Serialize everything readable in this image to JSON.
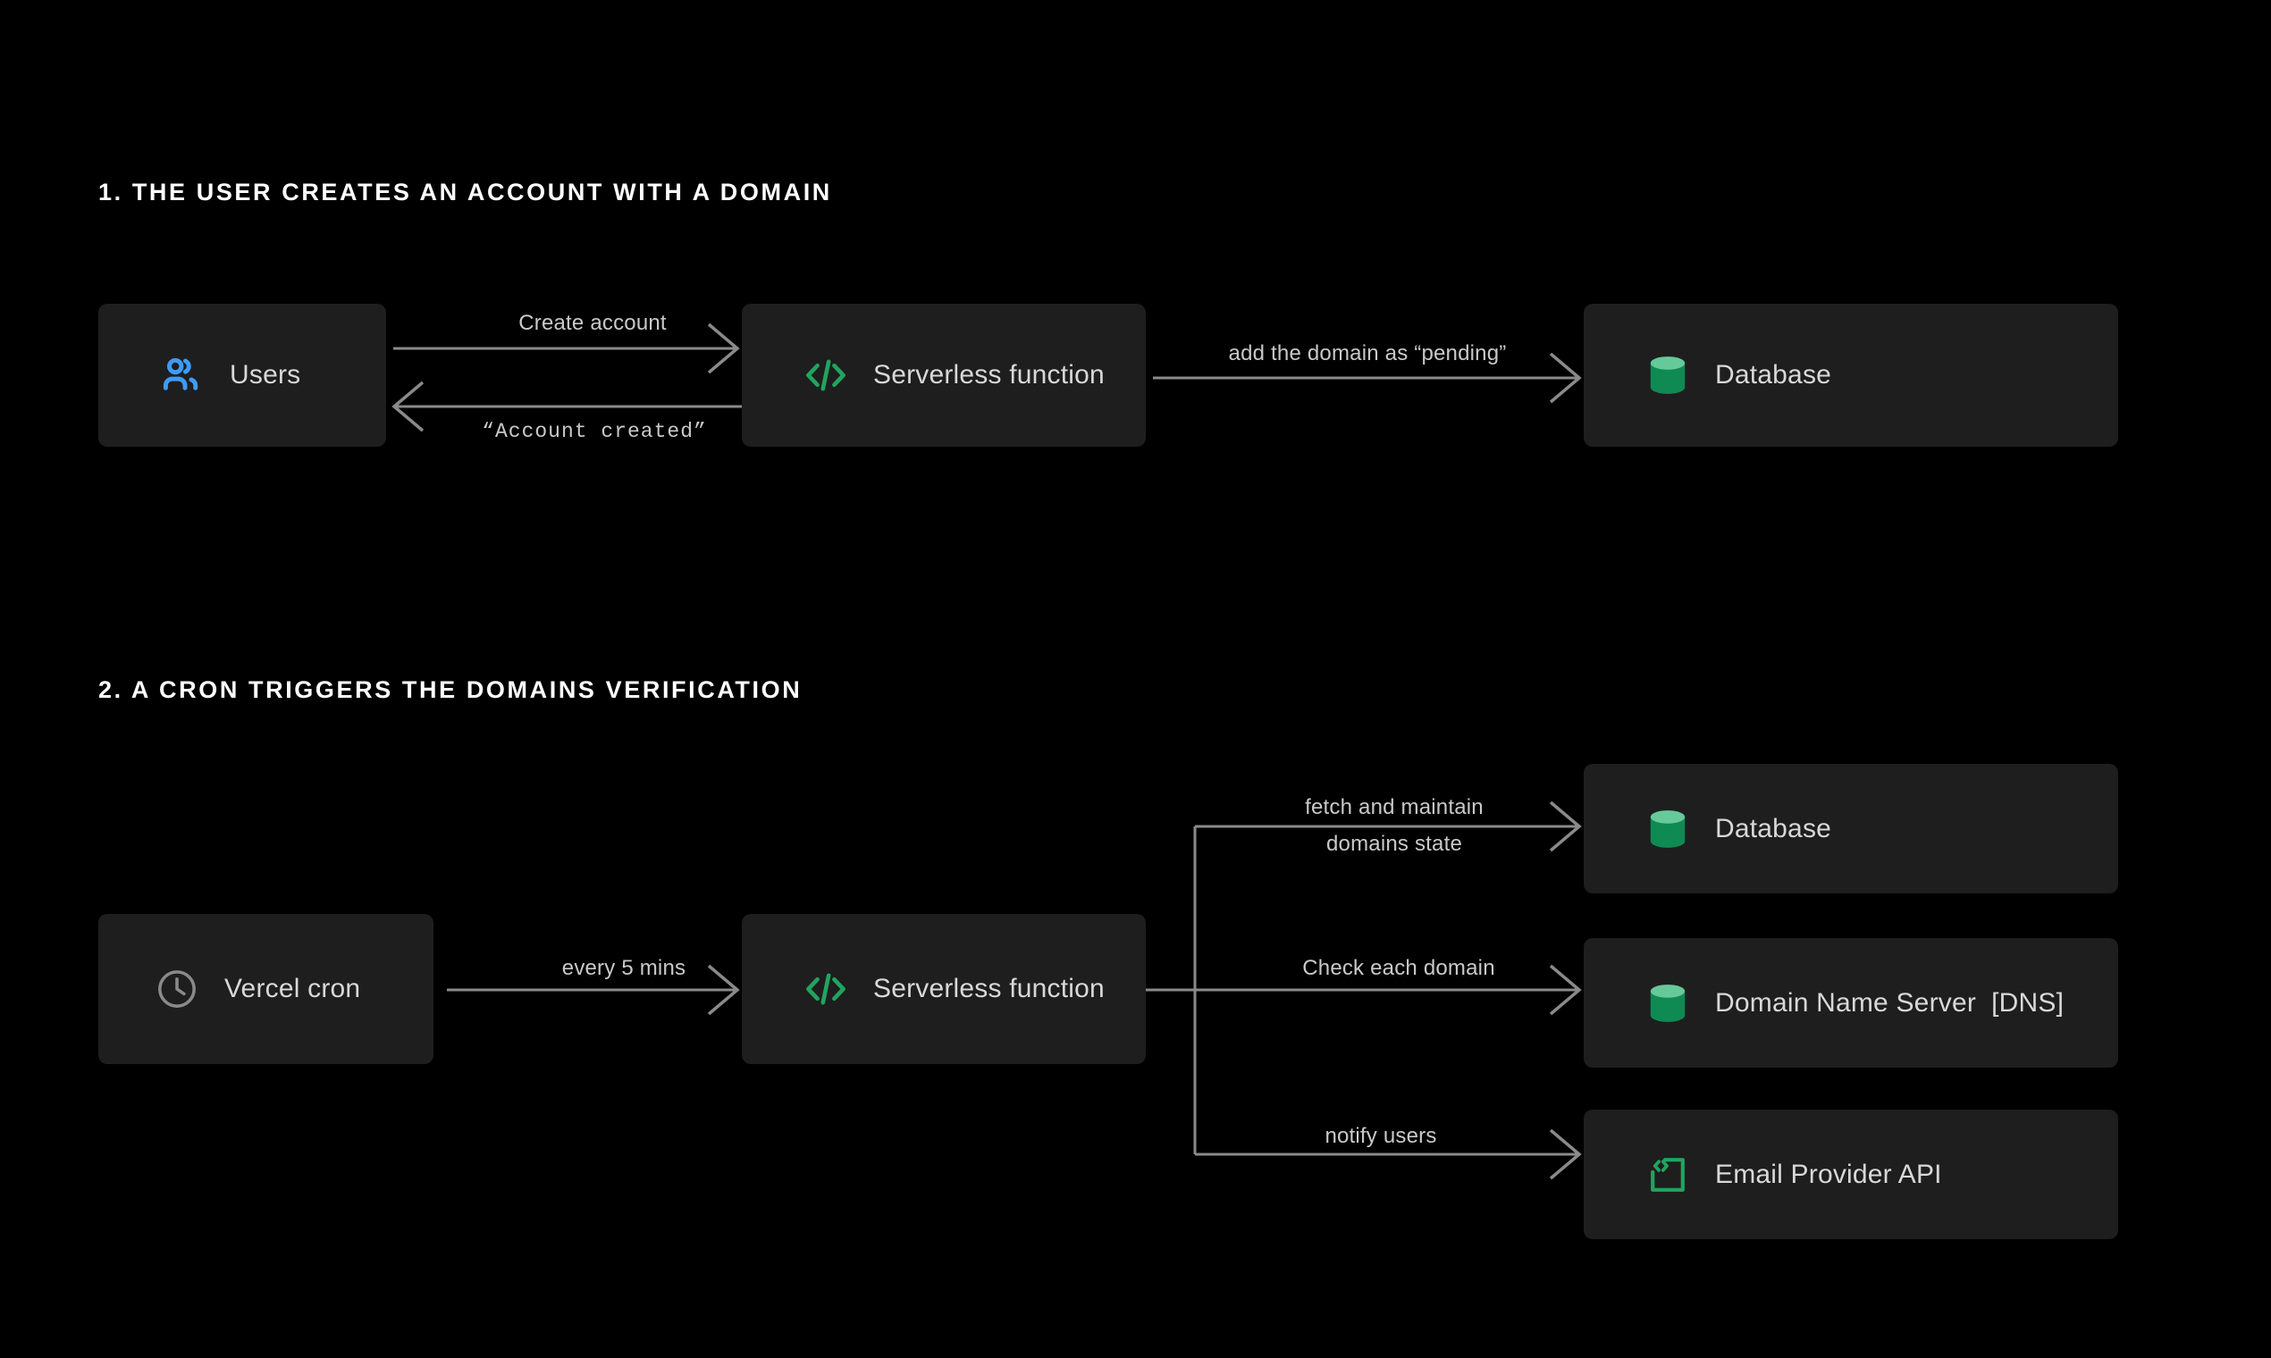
{
  "page": {
    "background_color": "#000000",
    "box_color": "#1e1e1e",
    "line_color": "#8a8a8a",
    "text_color": "#d4d4d4"
  },
  "sections": [
    {
      "id": "section-1",
      "title": "1. THE USER CREATES AN ACCOUNT WITH A DOMAIN"
    },
    {
      "id": "section-2",
      "title": "2. A CRON TRIGGERS THE DOMAINS VERIFICATION"
    }
  ],
  "nodes": {
    "users": {
      "label": "Users",
      "icon": "users-icon",
      "icon_color": "#3f9bf5"
    },
    "serverless_1": {
      "label": "Serverless function",
      "icon": "code-brackets-icon",
      "icon_color": "#21a45f"
    },
    "database_1": {
      "label": "Database",
      "icon": "database-cylinder-icon",
      "icon_color": "#0e8a52"
    },
    "vercel_cron": {
      "label": "Vercel cron",
      "icon": "clock-icon",
      "icon_color": "#8a8a8a"
    },
    "serverless_2": {
      "label": "Serverless function",
      "icon": "code-brackets-icon",
      "icon_color": "#21a45f"
    },
    "database_2": {
      "label": "Database",
      "icon": "database-cylinder-icon",
      "icon_color": "#0e8a52"
    },
    "dns": {
      "label": "Domain Name Server  [DNS]",
      "icon": "database-cylinder-icon",
      "icon_color": "#0e8a52"
    },
    "email": {
      "label": "Email Provider API",
      "icon": "api-code-square-icon",
      "icon_color": "#21a45f"
    }
  },
  "edges": {
    "create_account": "Create account",
    "account_created": "“Account created”",
    "add_domain_pending": "add the domain as “pending”",
    "every_5_mins": "every 5 mins",
    "fetch_maintain_line1": "fetch and maintain",
    "fetch_maintain_line2": "domains state",
    "check_each_domain": "Check each domain",
    "notify_users": "notify users"
  }
}
